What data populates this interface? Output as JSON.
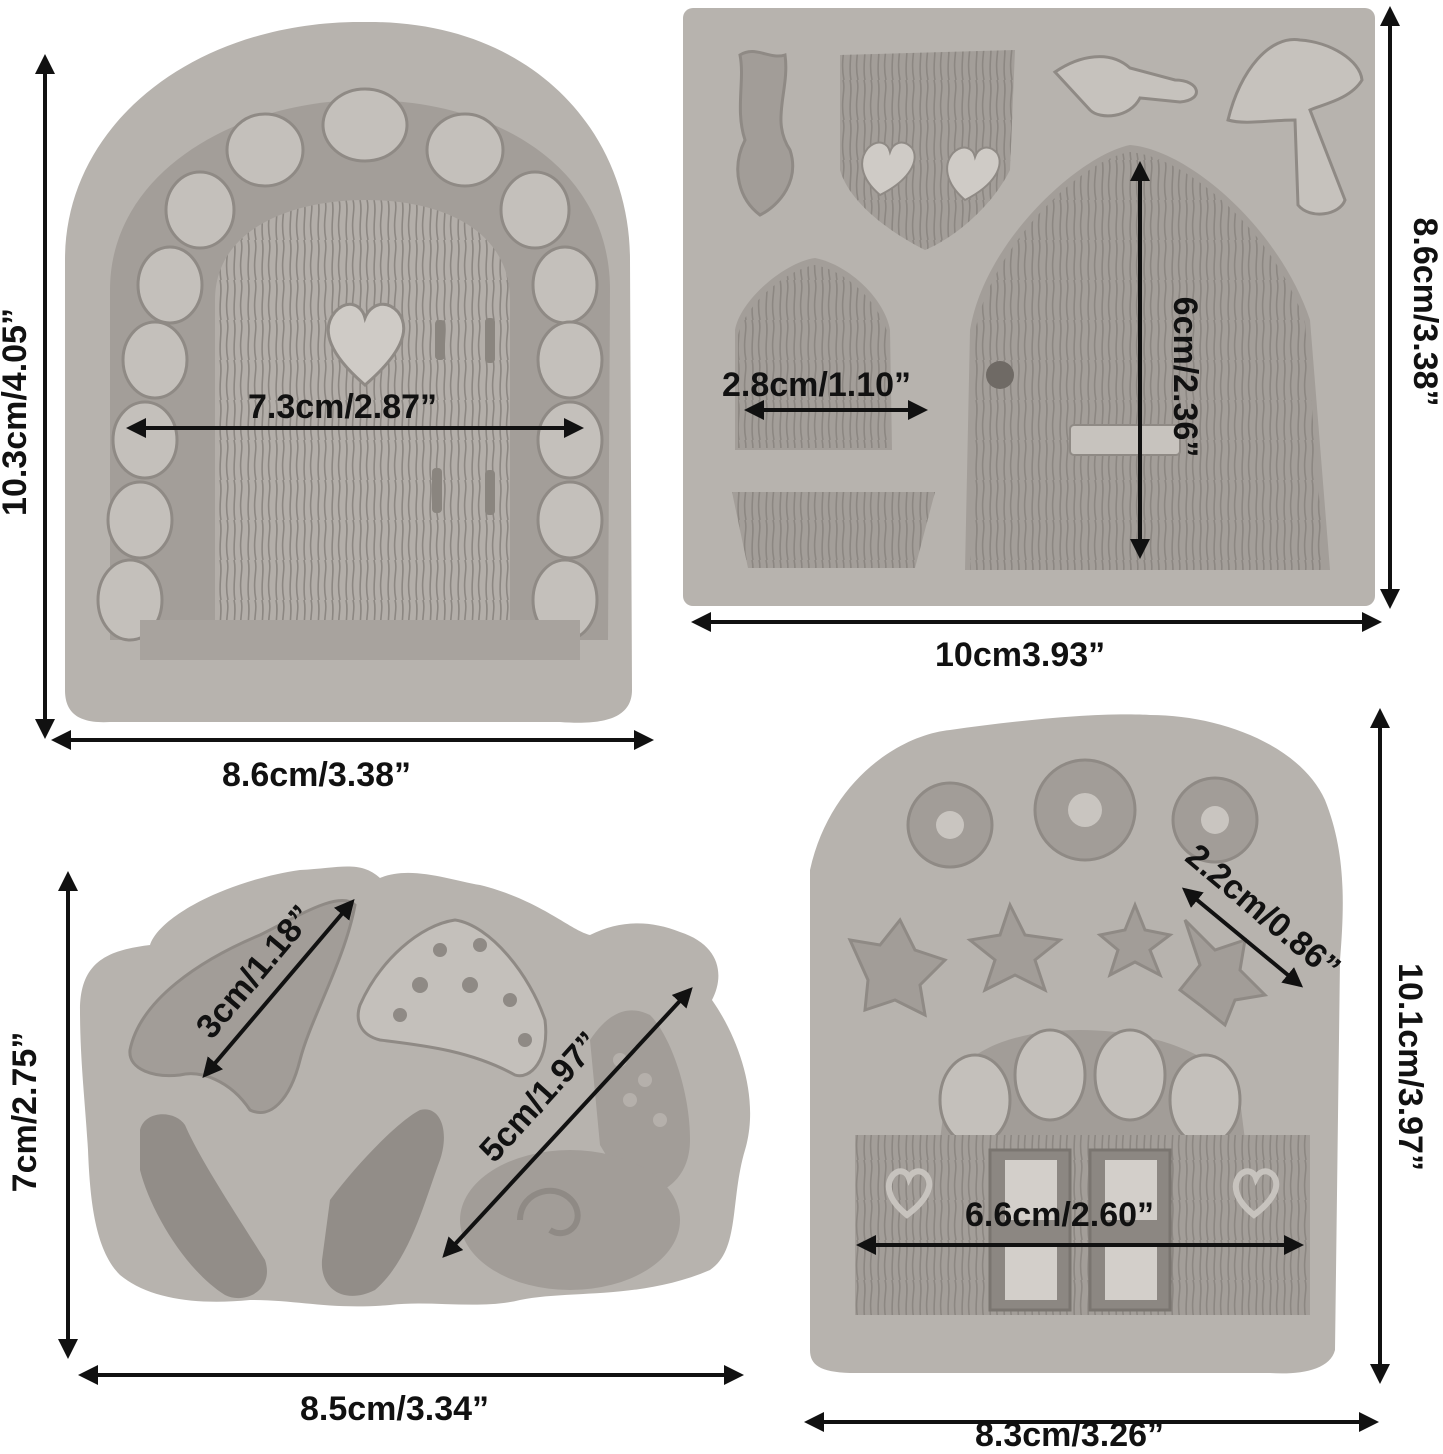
{
  "colors": {
    "mold": "#b7b3ae",
    "mold_shadow": "#8f8a85",
    "mold_highlight": "#d6d3cf",
    "cavity": "#9f9a95",
    "arrow": "#111111",
    "background": "#ffffff"
  },
  "molds": [
    {
      "name": "arched-door-mold",
      "labels": {
        "height": "10.3cm/4.05”",
        "width": "8.6cm/3.38”",
        "inner_width": "7.3cm/2.87”"
      }
    },
    {
      "name": "doors-mushrooms-mold",
      "labels": {
        "height": "8.6cm/3.38”",
        "width": "10cm3.93”",
        "window_width": "2.8cm/1.10”",
        "door_height": "6cm/2.36”"
      }
    },
    {
      "name": "mushrooms-snail-mold",
      "labels": {
        "height": "7cm/2.75”",
        "width": "8.5cm/3.34”",
        "cap_diagonal": "3cm/1.18”",
        "snail_diagonal": "5cm/1.97”"
      }
    },
    {
      "name": "window-flowers-mold",
      "labels": {
        "height": "10.1cm/3.97”",
        "width": "8.3cm/3.26”",
        "leaf_diagonal": "2.2cm/0.86”",
        "window_width": "6.6cm/2.60”"
      }
    }
  ]
}
